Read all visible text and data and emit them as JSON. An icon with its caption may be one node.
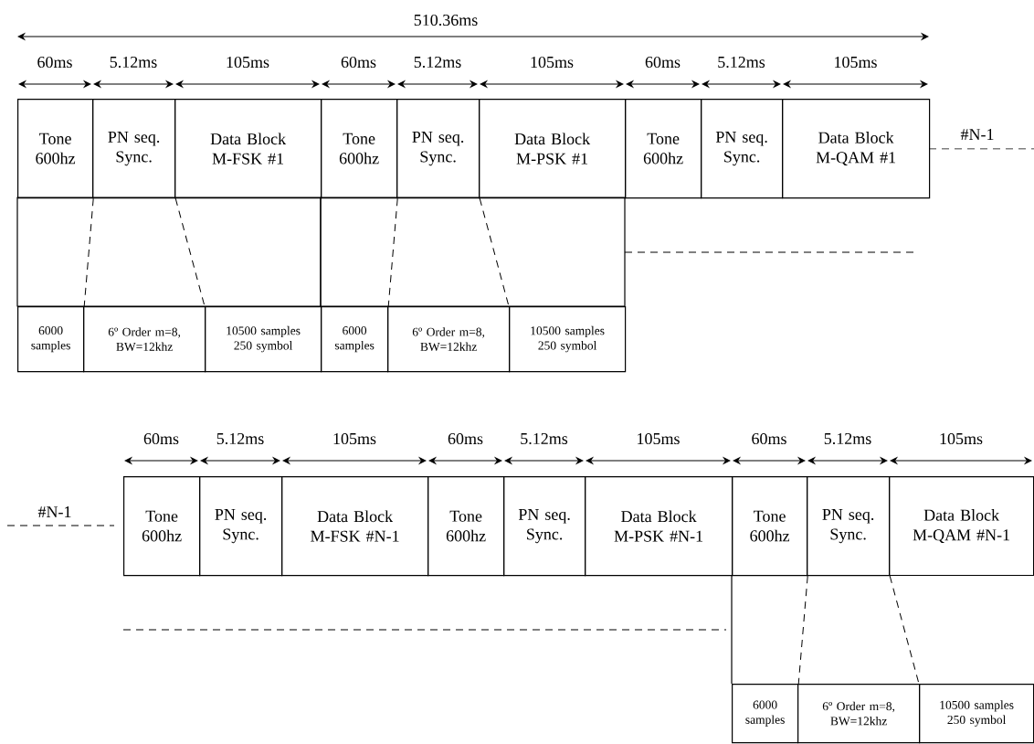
{
  "diagram": {
    "nodes": [
      {
        "text": [
          "Tone 600hz"
        ]
      },
      {
        "text": [
          "PN seq. Sync."
        ]
      },
      {
        "text": [
          "Data Block M-FSK #1"
        ]
      },
      {
        "text": [
          "Tone 600hz"
        ]
      },
      {
        "text": [
          "PN seq. Sync."
        ]
      },
      {
        "text": [
          "Data Block M-PSK #1"
        ]
      },
      {
        "text": [
          "Tone 600hz"
        ]
      },
      {
        "text": [
          "PN seq. Sync."
        ]
      },
      {
        "text": [
          "Data Block M-QAM #1"
        ]
      },
      {
        "text": [
          "6000 samples"
        ]
      },
      {
        "text": [
          "6º Order m=8, BW=12khz"
        ]
      },
      {
        "text": [
          "10500 samples 250 symbol"
        ]
      },
      {
        "text": [
          "6000 samples"
        ]
      },
      {
        "text": [
          "6º Order m=8, BW=12khz"
        ]
      },
      {
        "text": [
          "10500 samples 250 symbol"
        ]
      },
      {
        "text": [
          "Tone 600hz"
        ]
      },
      {
        "text": [
          "PN seq. Sync."
        ]
      },
      {
        "text": [
          "Data Block M-FSK #N-1"
        ]
      },
      {
        "text": [
          "Tone 600hz"
        ]
      },
      {
        "text": [
          "PN seq. Sync."
        ]
      },
      {
        "text": [
          "Data Block M-PSK #N-1"
        ]
      },
      {
        "text": [
          "Tone 600hz"
        ]
      },
      {
        "text": [
          "PN seq. Sync."
        ]
      },
      {
        "text": [
          "Data Block M-QAM #N-1"
        ]
      },
      {
        "text": [
          "6000 samples"
        ]
      },
      {
        "text": [
          "6º Order m=8, BW=12khz"
        ]
      },
      {
        "text": [
          "10500 samples 250 symbol"
        ]
      }
    ],
    "edges": [
      {
        "from": 0,
        "to": 9,
        "arrow": "none",
        "style": "dashed"
      },
      {
        "from": 1,
        "to": 11,
        "arrow": "none",
        "style": "dashed"
      },
      {
        "from": 3,
        "to": 12,
        "arrow": "none",
        "style": "dashed"
      },
      {
        "from": 4,
        "to": 14,
        "arrow": "none",
        "style": "dashed"
      },
      {
        "from": 21,
        "to": 24,
        "arrow": "none",
        "style": "dashed"
      },
      {
        "from": 22,
        "to": 26,
        "arrow": "none",
        "style": "dashed"
      }
    ],
    "labels": [
      "510.36ms",
      "60ms",
      "5.12ms",
      "105ms",
      "60ms",
      "5.12ms",
      "105ms",
      "60ms",
      "5.12ms",
      "105ms",
      "#N-1",
      "60ms",
      "5.12ms",
      "105ms",
      "60ms",
      "5.12ms",
      "105ms",
      "60ms",
      "5.12ms",
      "105ms",
      "#N-1"
    ]
  }
}
